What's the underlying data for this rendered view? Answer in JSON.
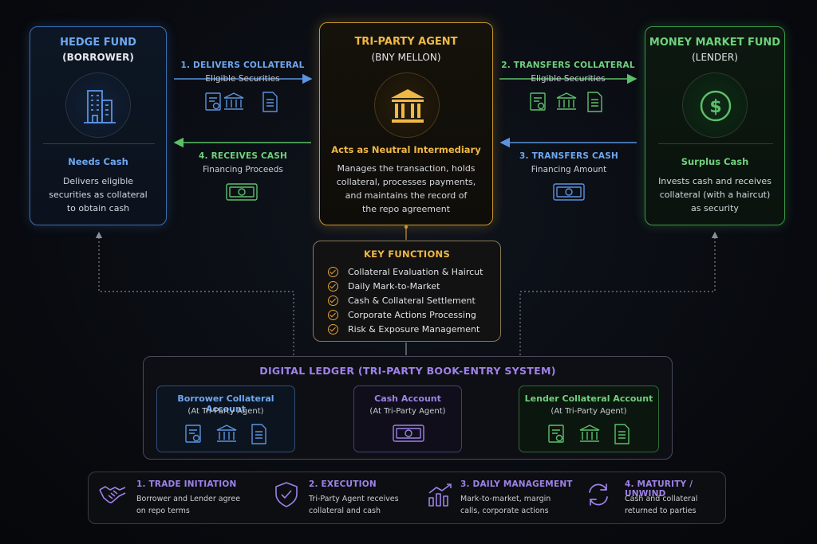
{
  "hedge_fund": {
    "title": "HEDGE FUND",
    "role": "(BORROWER)",
    "need": "Needs Cash",
    "desc_lines": [
      "Delivers eligible",
      "securities as collateral",
      "to obtain cash"
    ]
  },
  "tri_party": {
    "title": "TRI-PARTY AGENT",
    "name": "(BNY MELLON)",
    "role": "Acts as Neutral Intermediary",
    "desc_lines": [
      "Manages the transaction, holds",
      "collateral, processes payments,",
      "and maintains the record of",
      "the repo agreement"
    ]
  },
  "mmf": {
    "title": "MONEY MARKET FUND",
    "role": "(LENDER)",
    "need": "Surplus Cash",
    "desc_lines": [
      "Invests cash and receives",
      "collateral (with a haircut)",
      "as security"
    ]
  },
  "flows": {
    "f1_label": "1. DELIVERS COLLATERAL",
    "f1_sub": "Eligible Securities",
    "f2_label": "2. TRANSFERS COLLATERAL",
    "f2_sub": "Eligible Securities",
    "f3_label": "3. TRANSFERS CASH",
    "f3_sub": "Financing Amount",
    "f4_label": "4. RECEIVES CASH",
    "f4_sub": "Financing Proceeds"
  },
  "key_functions": {
    "title": "KEY FUNCTIONS",
    "items": [
      "Collateral Evaluation & Haircut",
      "Daily Mark-to-Market",
      "Cash & Collateral Settlement",
      "Corporate Actions Processing",
      "Risk & Exposure Management"
    ]
  },
  "ledger": {
    "title": "DIGITAL LEDGER (TRI-PARTY BOOK-ENTRY SYSTEM)",
    "borrower_title": "Borrower Collateral Account",
    "borrower_sub": "(At Tri-Party Agent)",
    "cash_title": "Cash Account",
    "cash_sub": "(At Tri-Party Agent)",
    "lender_title": "Lender Collateral Account",
    "lender_sub": "(At Tri-Party Agent)"
  },
  "steps": [
    {
      "title": "1. TRADE INITIATION",
      "lines": [
        "Borrower and Lender agree",
        "on repo terms"
      ]
    },
    {
      "title": "2. EXECUTION",
      "lines": [
        "Tri-Party Agent receives",
        "collateral and cash"
      ]
    },
    {
      "title": "3. DAILY MANAGEMENT",
      "lines": [
        "Mark-to-market, margin",
        "calls, corporate actions"
      ]
    },
    {
      "title": "4. MATURITY / UNWIND",
      "lines": [
        "Cash and collateral",
        "returned to parties"
      ]
    }
  ],
  "colors": {
    "borrower": "#6ea8f0",
    "agent": "#f0b845",
    "lender": "#6fd27c",
    "ledger": "#9e82e8"
  },
  "icons": {
    "hedge_fund": "building-icon",
    "tri_party": "bank-icon",
    "mmf": "dollar-icon"
  }
}
